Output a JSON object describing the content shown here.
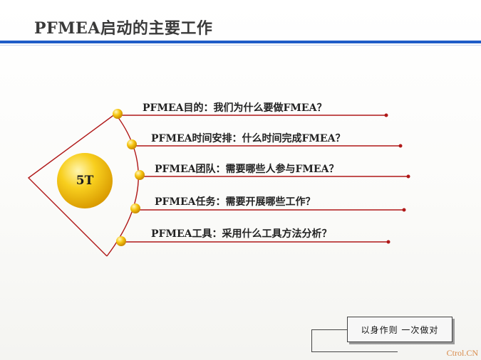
{
  "slide": {
    "title": "PFMEA启动的主要工作",
    "center_label": "5T",
    "items": [
      {
        "label": "PFMEA目的：我们为什么要做FMEA？"
      },
      {
        "label": "PFMEA时间安排：什么时间完成FMEA？"
      },
      {
        "label": "PFMEA团队：需要哪些人参与FMEA？"
      },
      {
        "label": "PFMEA任务：需要开展哪些工作？"
      },
      {
        "label": "PFMEA工具：采用什么工具方法分析？"
      }
    ],
    "motto": "以身作则  一次做对",
    "footer": "Ctrol.CN"
  },
  "colors": {
    "accent_blue": "#1f5cc8",
    "line_red": "#b01818",
    "bead_gold": "#f4c20d",
    "center_gold": "#f6c400"
  }
}
